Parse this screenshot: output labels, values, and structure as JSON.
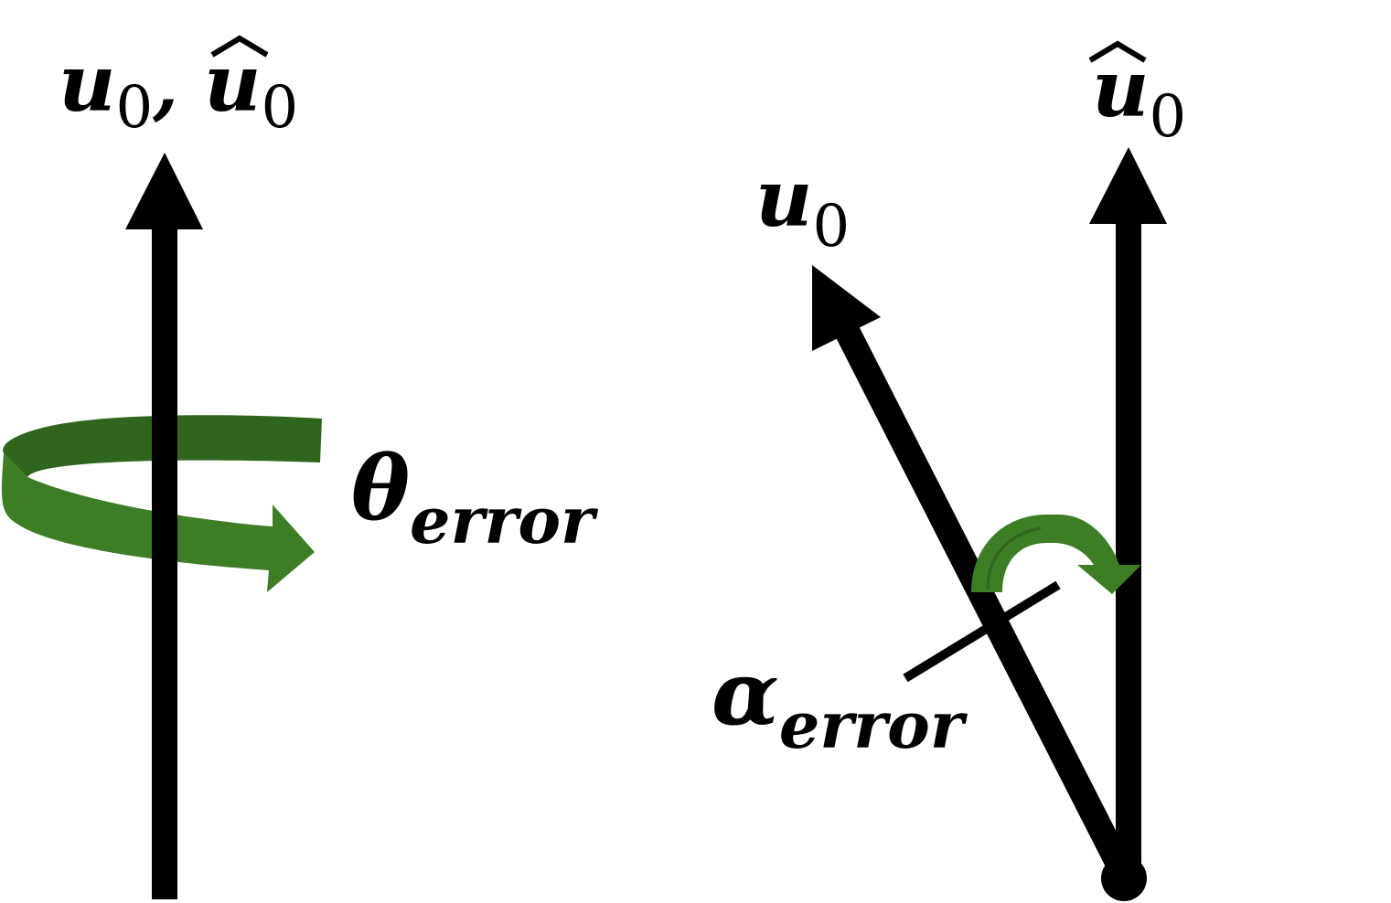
{
  "colors": {
    "axis": "#000000",
    "rotation_arrow": "#3c7d25",
    "rotation_arrow_back": "#2f651c",
    "background": "#ffffff"
  },
  "left_panel": {
    "axis_label": {
      "main": "u",
      "sub": "0",
      "separator": ", ",
      "hat_main": "u",
      "hat_sub": "0"
    },
    "rotation_label": {
      "main": "θ",
      "sub": "error"
    }
  },
  "right_panel": {
    "tilted_axis_label": {
      "main": "u",
      "sub": "0"
    },
    "vertical_axis_label": {
      "main": "u",
      "sub": "0"
    },
    "angle_label": {
      "main": "α",
      "sub": "error"
    }
  }
}
